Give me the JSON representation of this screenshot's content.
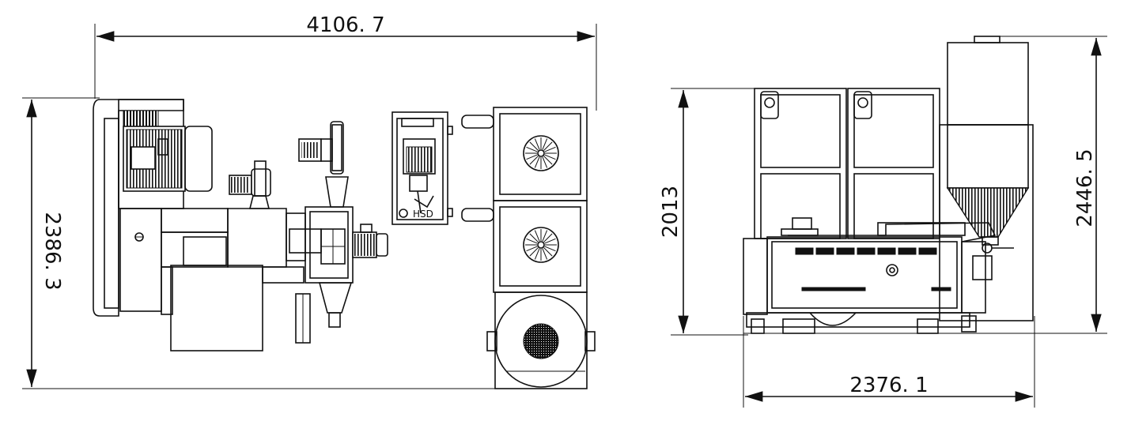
{
  "dimensions": {
    "top_view": {
      "overall_length": "4106. 7",
      "overall_width": "2386. 3"
    },
    "side_view": {
      "frame_height": "2013",
      "overall_height": "2446. 5",
      "overall_width": "2376. 1"
    }
  },
  "panel_label": "HSD",
  "line_color": "#111111"
}
